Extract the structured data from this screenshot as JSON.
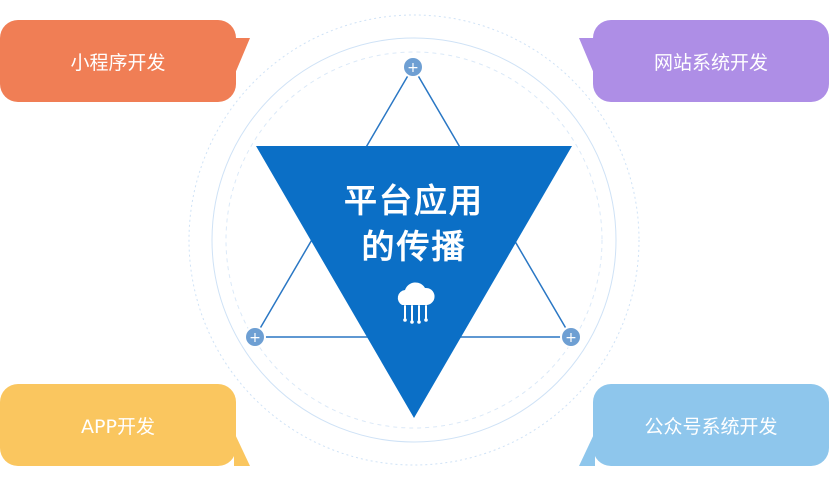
{
  "center": {
    "title_line1": "平台应用",
    "title_line2": "的传播",
    "icon": "cloud-network-icon"
  },
  "bubbles": [
    {
      "label": "小程序开发",
      "color": "#f07e55"
    },
    {
      "label": "网站系统开发",
      "color": "#ae8ee6"
    },
    {
      "label": "APP开发",
      "color": "#fac65f"
    },
    {
      "label": "公众号系统开发",
      "color": "#8ec6ec"
    }
  ],
  "nodes": [
    {
      "symbol": "+"
    },
    {
      "symbol": "+"
    },
    {
      "symbol": "+"
    }
  ],
  "colors": {
    "triangle_fill": "#0b6fc6",
    "line": "#2a77c4",
    "node_fill": "#6e9fd3",
    "ring": "#cfe2f6"
  }
}
